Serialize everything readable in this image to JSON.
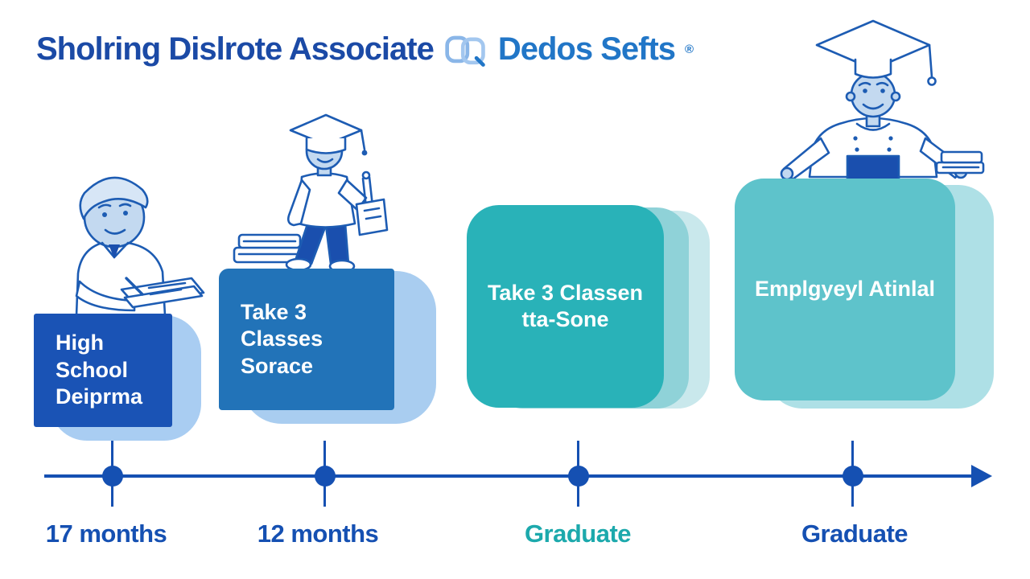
{
  "title": {
    "part1": "Sholring Dislrote Associate",
    "part2": "Dedos Sefts",
    "registered_mark": "®",
    "part1_color": "#1b4aa6",
    "part2_color": "#2176c7",
    "logo_icon": "logo-mark-icon"
  },
  "steps": [
    {
      "line1": "High School",
      "line2": "Deiprma",
      "box_color": "#1a53b5",
      "shadow_color": "#a9cdf2",
      "timeline_label": "17 months",
      "timeline_label_color": "#1550b2",
      "illustration": "student-at-desk-illustration"
    },
    {
      "line1": "Take 3 Classes",
      "line2": "Sorace",
      "box_color": "#2273b8",
      "shadow_color": "#a9cdf0",
      "timeline_label": "12 months",
      "timeline_label_color": "#1550b2",
      "illustration": "walking-graduate-illustration"
    },
    {
      "line1": "Take 3 Classen",
      "line2": "tta-Sone",
      "box_color": "#29b2b8",
      "shadow_color": "#8fd2d8",
      "shadow_color2": "#c9e8ec",
      "timeline_label": "Graduate",
      "timeline_label_color": "#1ca9ac",
      "illustration": ""
    },
    {
      "line1": "Emplgyeyl Atinlal",
      "line2": "",
      "box_color": "#5ec3cb",
      "shadow_color": "#aee0e6",
      "timeline_label": "Graduate",
      "timeline_label_color": "#1550b2",
      "illustration": "chef-graduate-illustration"
    }
  ],
  "timeline": {
    "color": "#1550b2"
  }
}
